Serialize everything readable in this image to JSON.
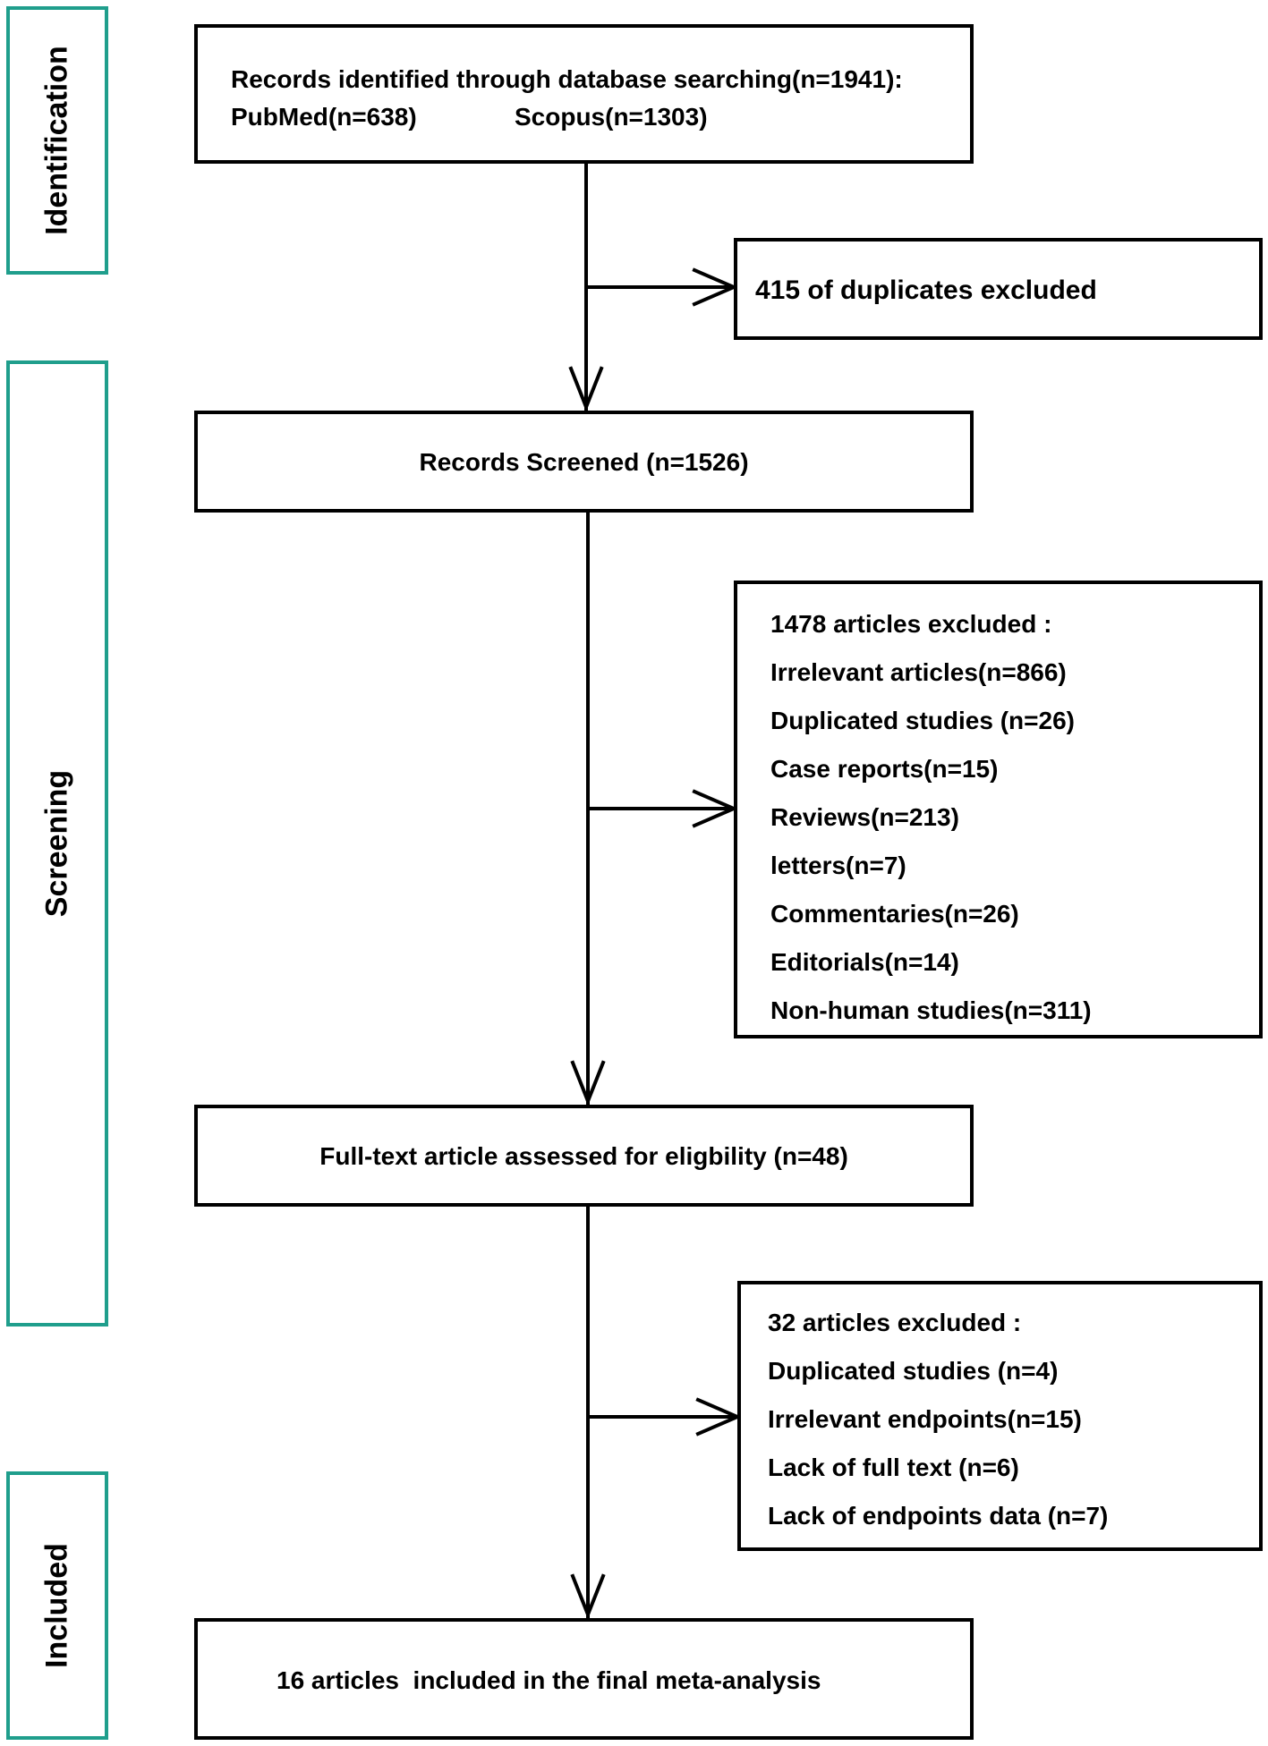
{
  "phases": {
    "identification": "Identification",
    "screening": "Screening",
    "included": "Included"
  },
  "records_identified": {
    "title": "Records identified through database searching(n=1941):",
    "pubmed": "PubMed(n=638)",
    "scopus": "Scopus(n=1303)"
  },
  "duplicates_excluded": "415 of duplicates excluded",
  "records_screened": "Records Screened (n=1526)",
  "screening_exclusions": {
    "header": "1478 articles excluded :",
    "items": [
      "Irrelevant articles(n=866)",
      "Duplicated studies (n=26)",
      "Case reports(n=15)",
      "Reviews(n=213)",
      "letters(n=7)",
      "Commentaries(n=26)",
      "Editorials(n=14)",
      "Non-human studies(n=311)"
    ]
  },
  "full_text_assessed": "Full-text article assessed for eligbility (n=48)",
  "eligibility_exclusions": {
    "header": "32 articles excluded :",
    "items": [
      "Duplicated studies (n=4)",
      "Irrelevant endpoints(n=15)",
      "Lack of full text (n=6)",
      "Lack of endpoints data (n=7)"
    ]
  },
  "included_final": "16 articles  included in the final meta-analysis",
  "colors": {
    "phase_border": "#1f9e8c",
    "box_border": "#000000"
  }
}
